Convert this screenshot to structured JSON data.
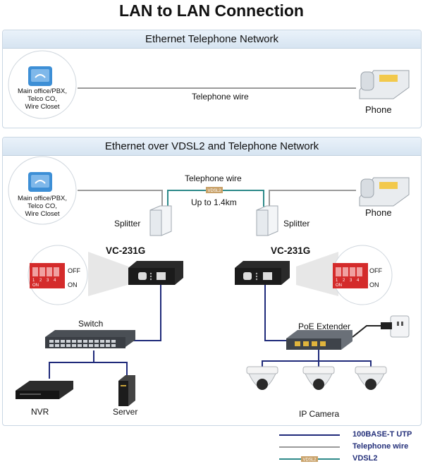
{
  "title": "LAN to LAN Connection",
  "panel1": {
    "header": "Ethernet Telephone Network",
    "office_label": "Main office/PBX,\nTelco CO,\nWire Closet",
    "wire_label": "Telephone wire",
    "phone_label": "Phone"
  },
  "panel2": {
    "header": "Ethernet over VDSL2 and Telephone Network",
    "office_label": "Main office/PBX,\nTelco CO,\nWire Closet",
    "wire_label": "Telephone wire",
    "vdsl_tag": "VDSL2",
    "distance_label": "Up to 1.4km",
    "splitter_left": "Splitter",
    "splitter_right": "Splitter",
    "phone_label": "Phone",
    "device_left": "VC-231G",
    "device_right": "VC-231G",
    "dip_off": "OFF",
    "dip_on": "ON",
    "dip_numbers": [
      "1",
      "2",
      "3",
      "4"
    ],
    "switch_label": "Switch",
    "poe_label": "PoE Extender",
    "nvr_label": "NVR",
    "server_label": "Server",
    "camera_label": "IP Camera"
  },
  "legend": {
    "utp": "100BASE-T UTP",
    "telephone": "Telephone wire",
    "vdsl": "VDSL2",
    "vdsl_tag": "VDSL2"
  },
  "colors": {
    "utp": "#1f2a7a",
    "telephone": "#9a9a9a",
    "vdsl": "#2e8a8a",
    "vdsl_tag": "#c9a26a"
  }
}
